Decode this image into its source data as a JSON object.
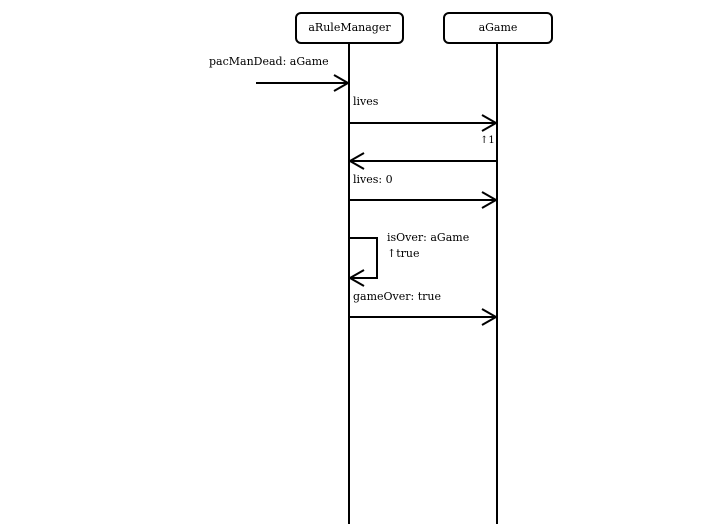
{
  "objects": {
    "rule_manager": "aRuleManager",
    "game": "aGame"
  },
  "messages": {
    "incoming": "pacManDead: aGame",
    "lives": "lives",
    "lives_return": "↑1",
    "lives_set": "lives: 0",
    "is_over_call": "isOver: aGame",
    "is_over_return": "↑true",
    "game_over": "gameOver: true"
  }
}
